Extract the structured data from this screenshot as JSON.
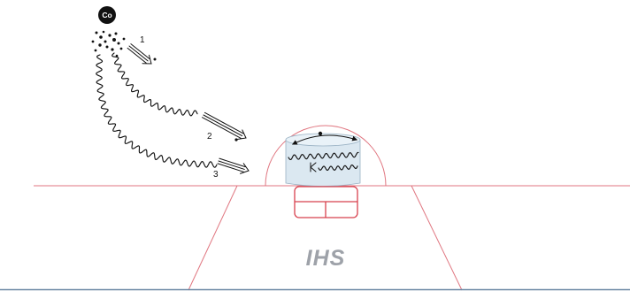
{
  "diagram": {
    "source_label": "Co",
    "path_labels": [
      "1",
      "2",
      "3"
    ],
    "logo_text": "IHS"
  },
  "colors": {
    "source_fill": "#111111",
    "floor_line": "#e07680",
    "container_stroke": "#d8414e",
    "cylinder_fill": "#dbe8f1",
    "logo_text": "#9ea2a9",
    "baseline": "#6a87a3"
  }
}
